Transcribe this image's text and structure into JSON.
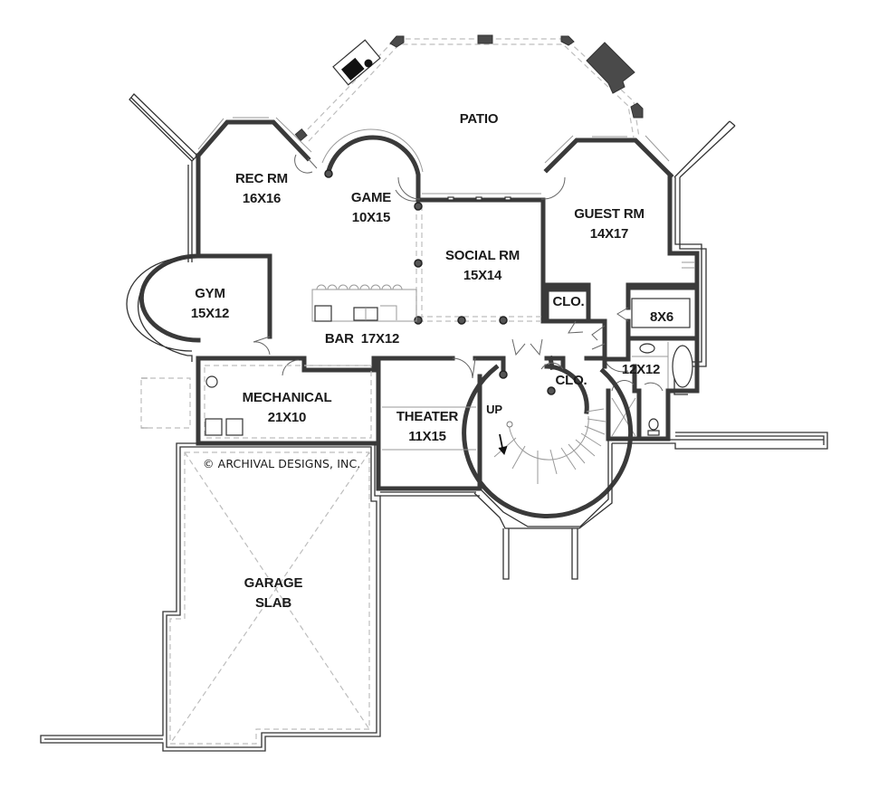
{
  "plan": {
    "type": "basement floor plan",
    "copyright": "© ARCHIVAL DESIGNS, INC.",
    "colors": {
      "wall": "#3a3a3a",
      "background": "#ffffff",
      "dashed": "#bdbdbd",
      "text": "#1a1a1a"
    }
  },
  "rooms": {
    "patio": {
      "name": "PATIO"
    },
    "rec_rm": {
      "name": "REC RM",
      "size": "16X16"
    },
    "game": {
      "name": "GAME",
      "size": "10X15"
    },
    "guest_rm": {
      "name": "GUEST RM",
      "size": "14X17"
    },
    "social_rm": {
      "name": "SOCIAL RM",
      "size": "15X14"
    },
    "gym": {
      "name": "GYM",
      "size": "15X12"
    },
    "bar": {
      "name": "BAR",
      "size": "17X12"
    },
    "clo_upper": {
      "name": "CLO."
    },
    "storage": {
      "size": "8X6"
    },
    "clo_stair": {
      "name": "CLO."
    },
    "bath": {
      "size": "12X12"
    },
    "mechanical": {
      "name": "MECHANICAL",
      "size": "21X10"
    },
    "theater": {
      "name": "THEATER",
      "size": "11X15"
    },
    "stair": {
      "direction": "UP"
    },
    "garage": {
      "name": "GARAGE",
      "name2": "SLAB"
    }
  }
}
